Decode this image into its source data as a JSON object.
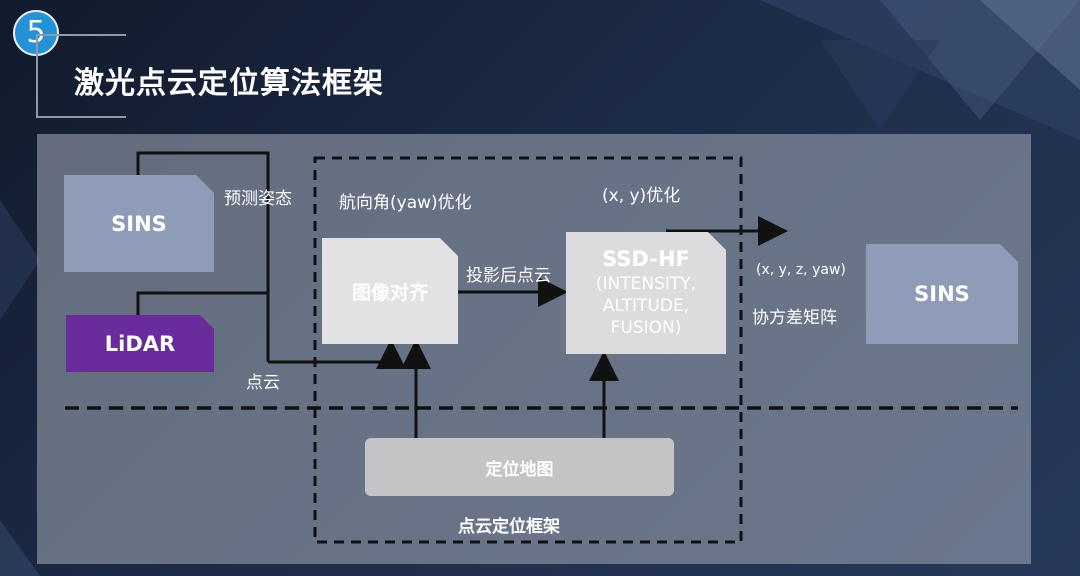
{
  "slide": {
    "number": "5",
    "title": "激光点云定位算法框架"
  },
  "blocks": {
    "sins_in": "SINS",
    "lidar": "LiDAR",
    "image_align": "图像对齐",
    "ssd_title": "SSD-HF",
    "ssd_sub": "(INTENSITY,\nALTITUDE,\nFUSION)",
    "sins_out": "SINS",
    "map": "定位地图"
  },
  "labels": {
    "predict_pose": "预测姿态",
    "point_cloud": "点云",
    "yaw_opt": "航向角(yaw)优化",
    "xy_opt": "(x, y)优化",
    "projected_cloud": "投影后点云",
    "output_state": "(x, y, z, yaw)",
    "covariance": "协方差矩阵",
    "framework": "点云定位框架"
  },
  "colors": {
    "badge": "#2591d6",
    "lidar": "#6a2b9c",
    "sins": "#8f9cb8",
    "image_align": "#e2e2e4",
    "ssd": "#dcdcdf",
    "map": "#c4c4c6"
  }
}
